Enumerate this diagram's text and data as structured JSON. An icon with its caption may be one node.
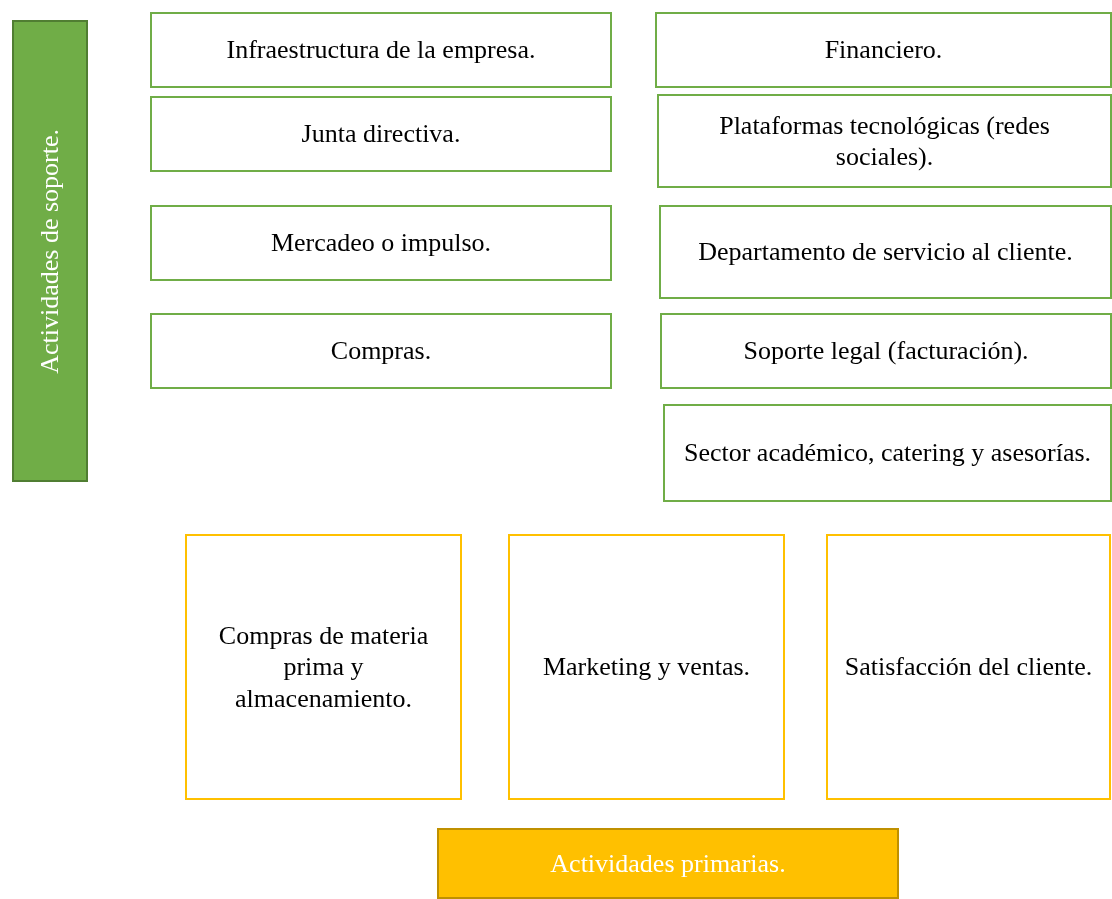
{
  "diagram": {
    "nodes": [
      {
        "text": [
          "Actividades de soporte."
        ]
      },
      {
        "text": [
          "Infraestructura de la empresa."
        ]
      },
      {
        "text": [
          "Financiero."
        ]
      },
      {
        "text": [
          "Junta directiva."
        ]
      },
      {
        "text": [
          "Plataformas tecnológicas (redes sociales)."
        ]
      },
      {
        "text": [
          "Mercadeo o impulso."
        ]
      },
      {
        "text": [
          "Departamento de servicio al cliente."
        ]
      },
      {
        "text": [
          "Compras."
        ]
      },
      {
        "text": [
          "Soporte legal (facturación)."
        ]
      },
      {
        "text": [
          "Sector académico, catering y asesorías."
        ]
      },
      {
        "text": [
          "Compras de materia prima y almacenamiento."
        ]
      },
      {
        "text": [
          "Marketing y ventas."
        ]
      },
      {
        "text": [
          "Satisfacción del cliente."
        ]
      },
      {
        "text": [
          "Actividades primarias."
        ]
      }
    ]
  }
}
